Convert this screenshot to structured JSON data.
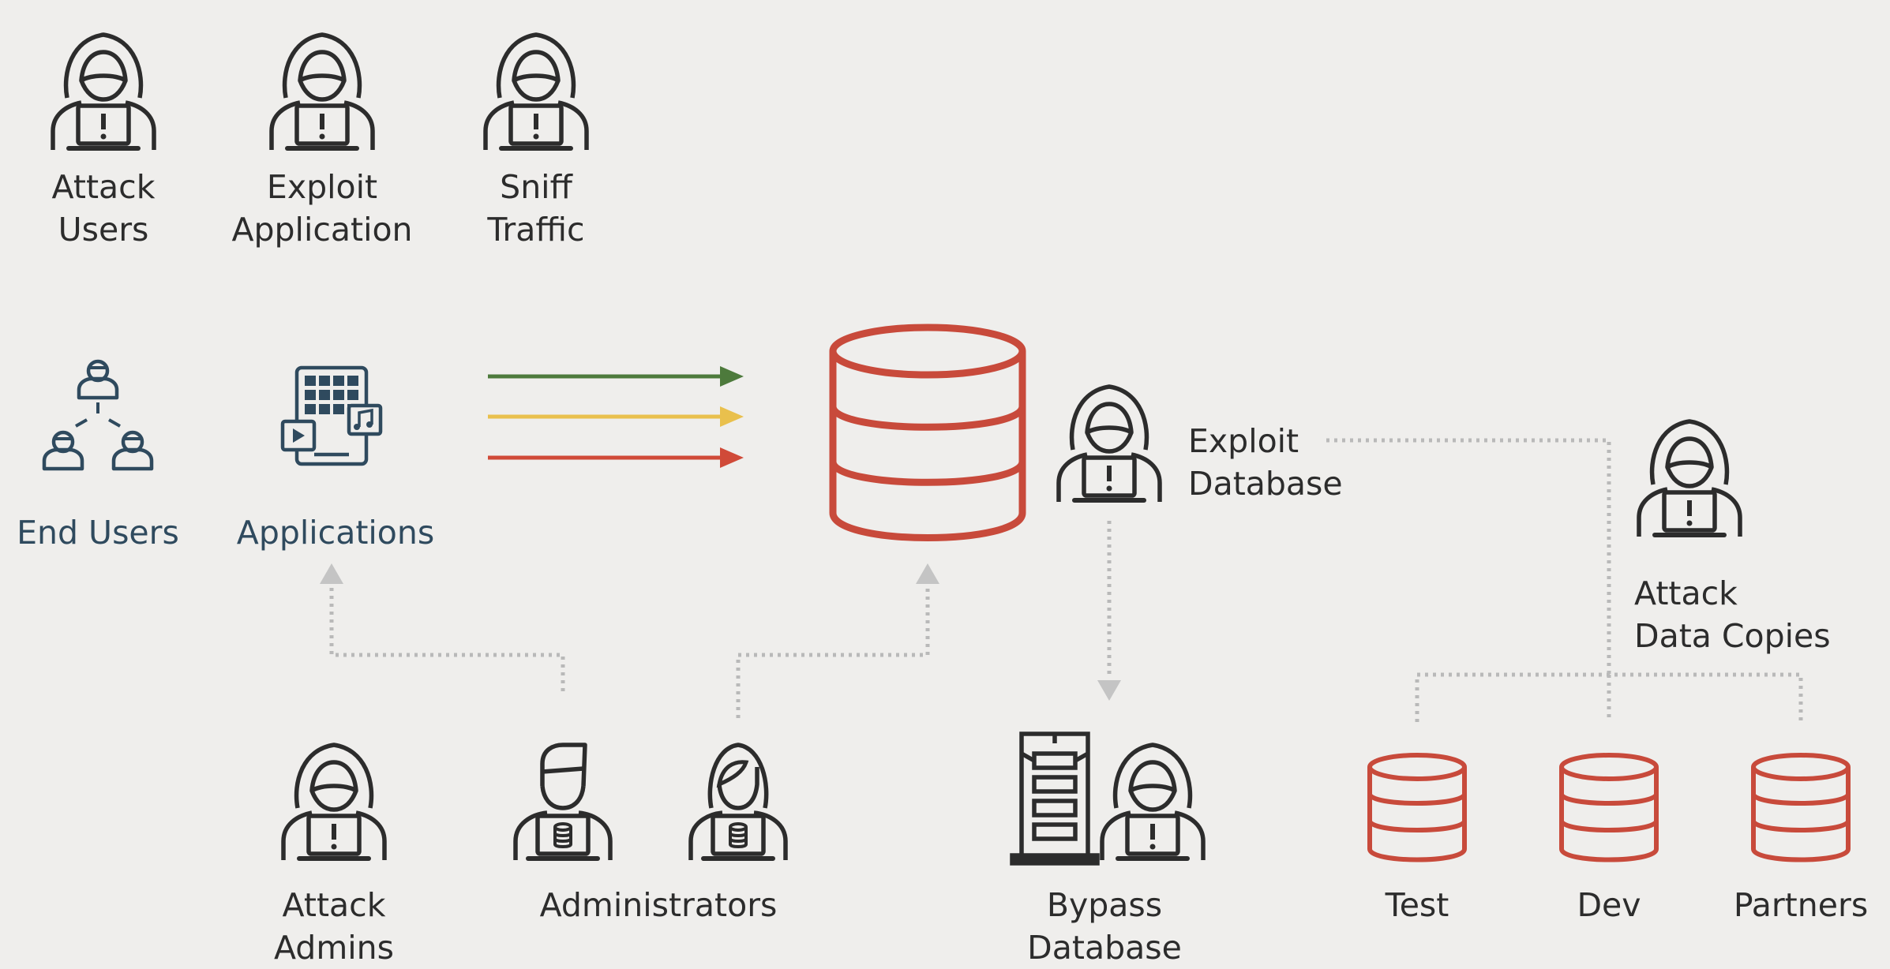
{
  "threats_top": [
    {
      "line1": "Attack",
      "line2": "Users"
    },
    {
      "line1": "Exploit",
      "line2": "Application"
    },
    {
      "line1": "Sniff",
      "line2": "Traffic"
    }
  ],
  "end_users_label": "End Users",
  "applications_label": "Applications",
  "exploit_database": {
    "line1": "Exploit",
    "line2": "Database"
  },
  "attack_data_copies": {
    "line1": "Attack",
    "line2": "Data Copies"
  },
  "attack_admins": {
    "line1": "Attack",
    "line2": "Admins"
  },
  "administrators_label": "Administrators",
  "bypass_database": {
    "line1": "Bypass",
    "line2": "Database"
  },
  "copies": [
    "Test",
    "Dev",
    "Partners"
  ],
  "colors": {
    "background": "#efeeec",
    "icon_dark": "#2c2c2c",
    "icon_blue": "#2f4a5e",
    "database_red": "#c84a3b",
    "arrow_green": "#4d7a3c",
    "arrow_yellow": "#e9c04d",
    "arrow_red": "#d04a38",
    "dotted_gray": "#b9b9b9"
  }
}
